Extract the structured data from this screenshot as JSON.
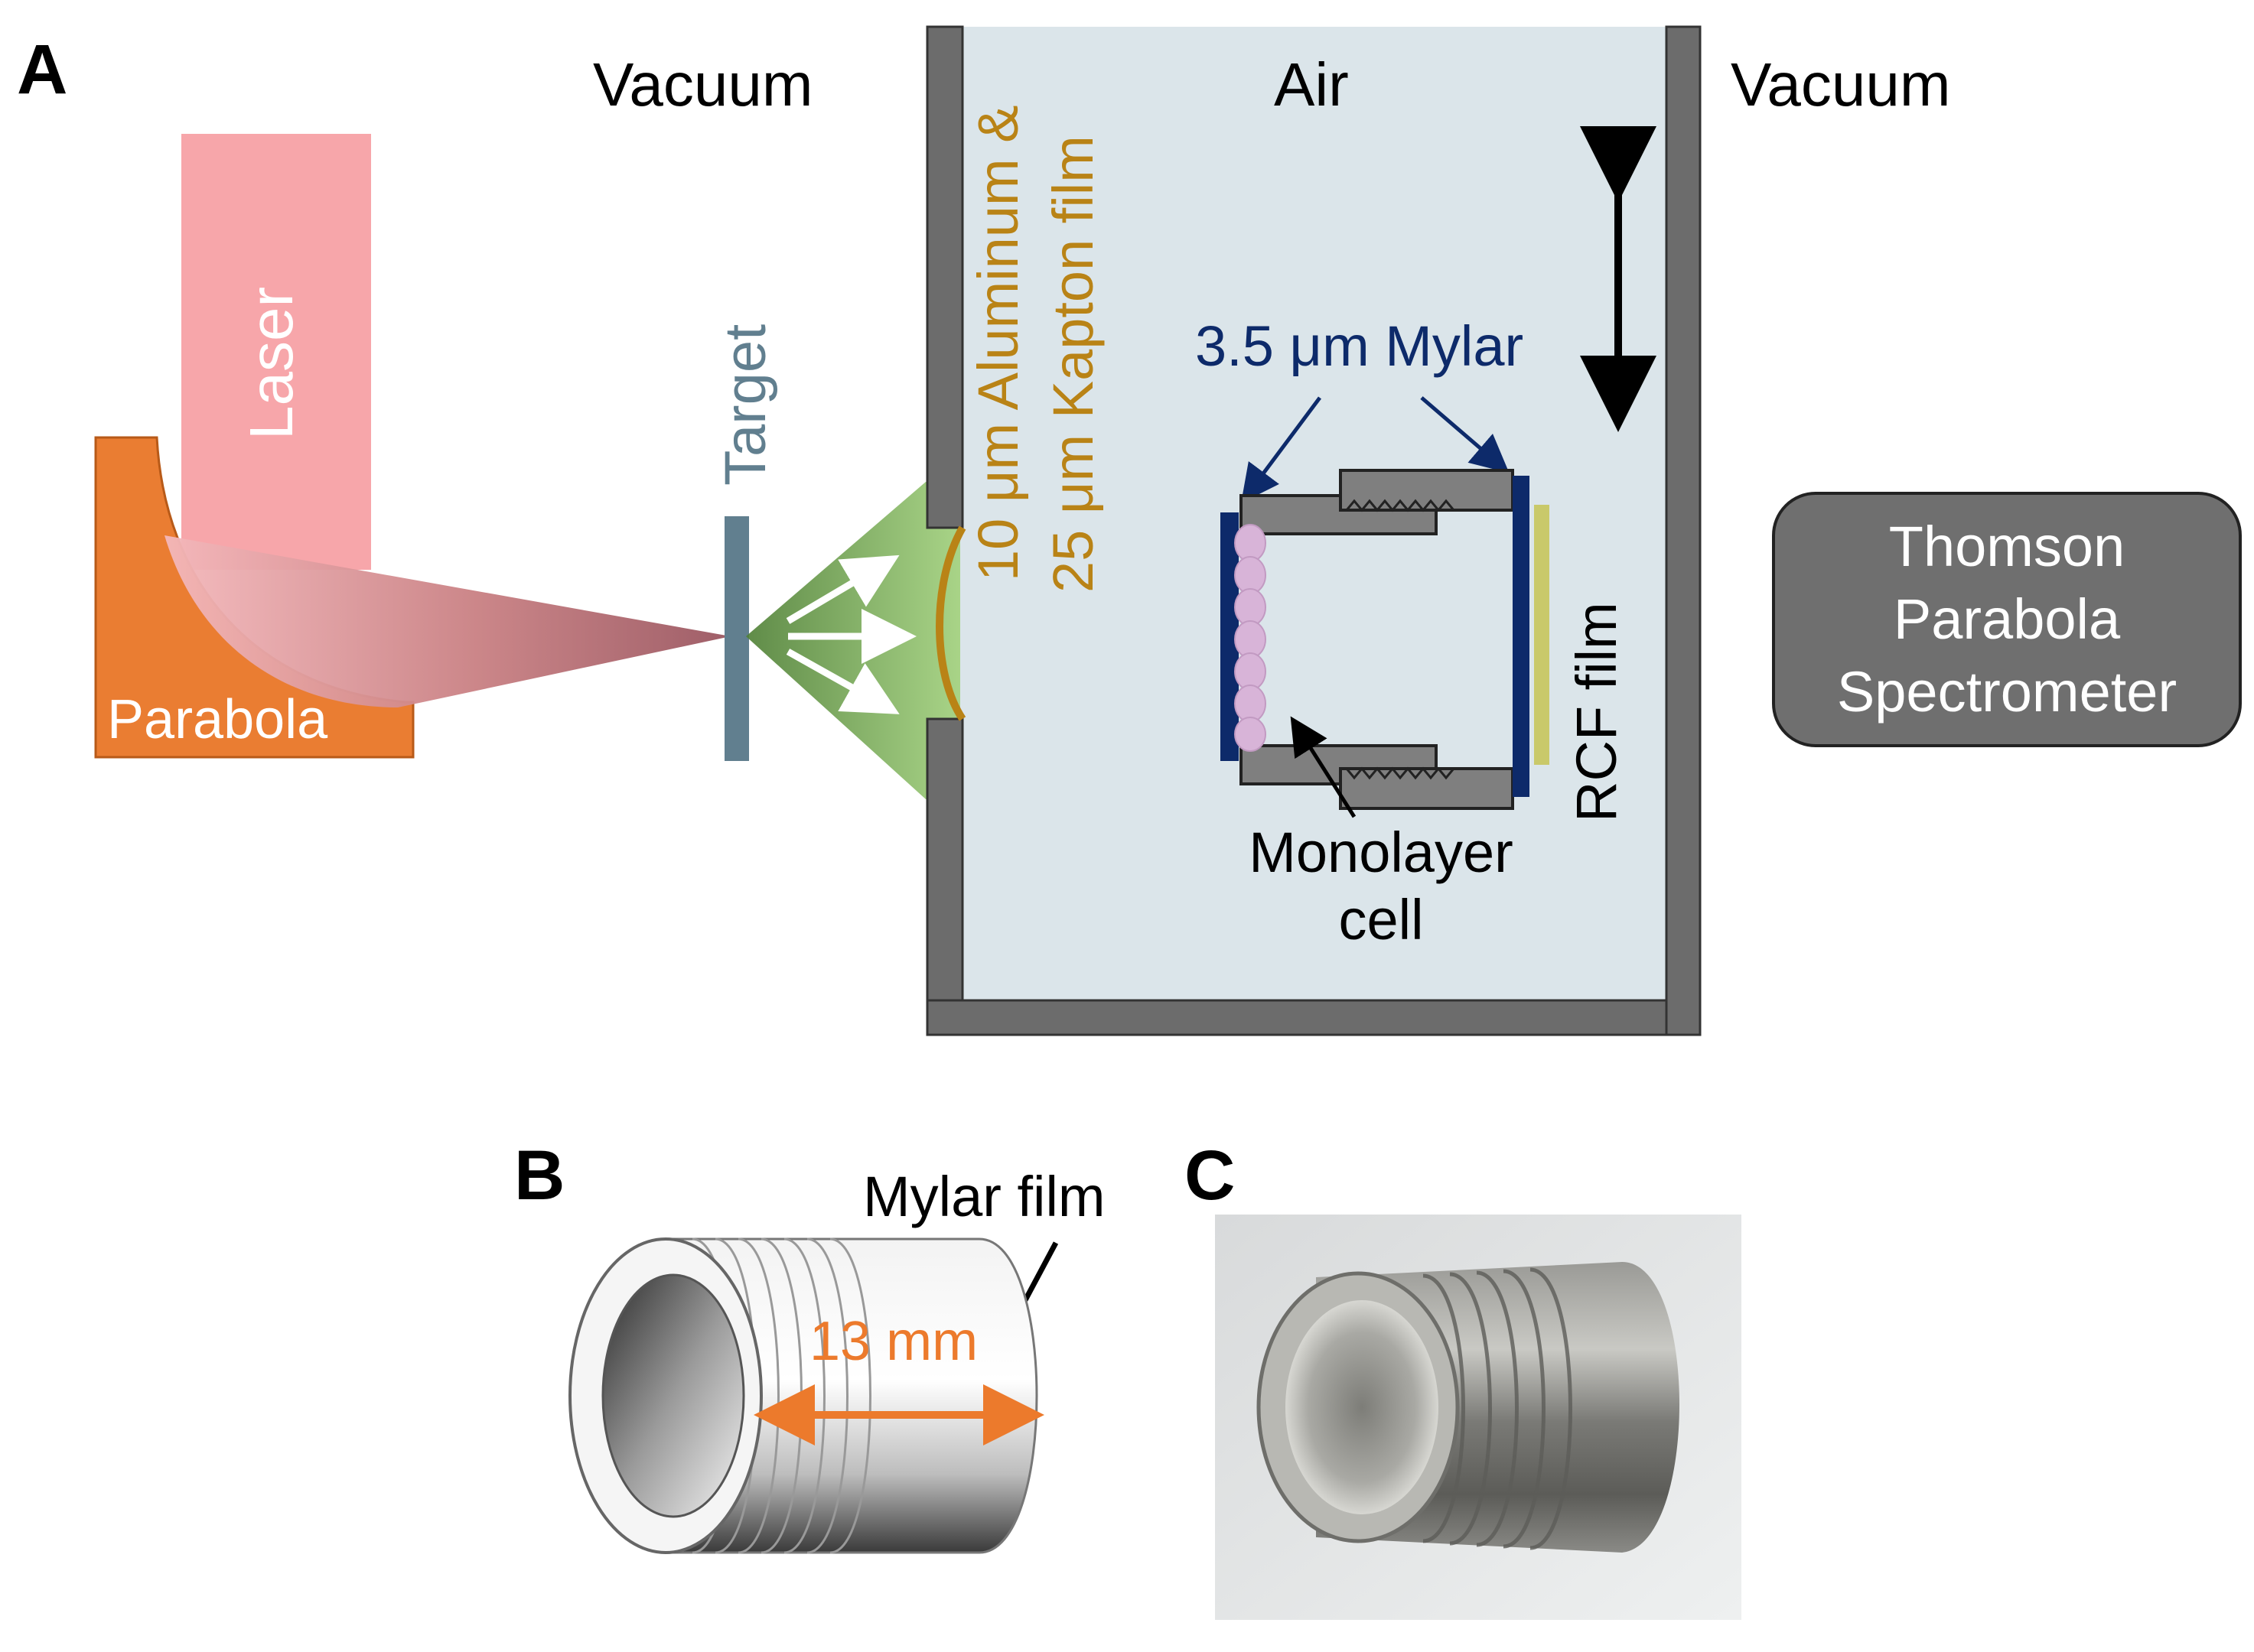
{
  "panels": {
    "a": "A",
    "b": "B",
    "c": "C"
  },
  "regions": {
    "vacuum_left": "Vacuum",
    "air": "Air",
    "vacuum_right": "Vacuum"
  },
  "labels": {
    "laser": "Laser",
    "parabola": "Parabola",
    "target": "Target",
    "window_line1": "10 μm Aluminum &",
    "window_line2": "25 μm Kapton film",
    "mylar": "3.5 μm Mylar",
    "monolayer_line1": "Monolayer",
    "monolayer_line2": "cell",
    "rcf": "RCF film",
    "tps_line1": "Thomson",
    "tps_line2": "Parabola",
    "tps_line3": "Spectrometer",
    "mylar_film": "Mylar film",
    "dimension": "13 mm"
  },
  "colors": {
    "laser": "#f7a6aa",
    "parabola": "#ea7d32",
    "target": "#617f8f",
    "proton_cone": "#6f9a45",
    "window": "#b98316",
    "chamber_wall": "#6c6c6c",
    "air_fill": "#dbe5ea",
    "mylar": "#0d2a6a",
    "rcf": "#c9c96a",
    "cells": "#d8b4d8",
    "tps_box": "#6f6f6f",
    "dimension": "#ec7a2c"
  }
}
